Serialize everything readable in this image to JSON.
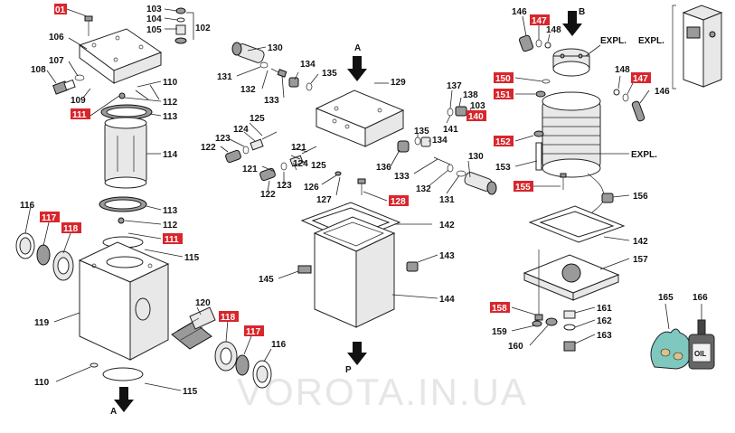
{
  "watermark": "VOROTA.IN.UA",
  "direction_labels": {
    "A1": "A",
    "A2": "A",
    "B": "B",
    "P": "P"
  },
  "expl_labels": {
    "e1": "EXPL.",
    "e2": "EXPL.",
    "e3": "EXPL."
  },
  "callouts": {
    "c101": "01",
    "c102": "102",
    "c103": "103",
    "c104": "104",
    "c105": "105",
    "c106": "106",
    "c107": "107",
    "c108": "108",
    "c109": "109",
    "c110": "110",
    "c111a": "111",
    "c112a": "112",
    "c113a": "113",
    "c114": "114",
    "c113b": "113",
    "c112b": "112",
    "c111b": "111",
    "c115a": "115",
    "c116a": "116",
    "c117a": "117",
    "c118a": "118",
    "c119": "119",
    "c110b": "110",
    "c115b": "115",
    "c120": "120",
    "c118b": "118",
    "c117b": "117",
    "c116b": "116",
    "c130a": "130",
    "c131a": "131",
    "c132a": "132",
    "c133a": "133",
    "c134a": "134",
    "c135a": "135",
    "c129": "129",
    "c125a": "125",
    "c124a": "124",
    "c123a": "123",
    "c122a": "122",
    "c121a": "121",
    "c124b": "124",
    "c121b": "121",
    "c125b": "125",
    "c122b": "122",
    "c123b": "123",
    "c126": "126",
    "c127": "127",
    "c128": "128",
    "c135b": "135",
    "c134b": "134",
    "c136": "136",
    "c133b": "133",
    "c132b": "132",
    "c131b": "131",
    "c130b": "130",
    "c137": "137",
    "c138": "138",
    "c103b": "103",
    "c140": "140",
    "c141": "141",
    "c142a": "142",
    "c143": "143",
    "c144": "144",
    "c145": "145",
    "c146a": "146",
    "c147a": "147",
    "c148a": "148",
    "c150": "150",
    "c151": "151",
    "c152": "152",
    "c153": "153",
    "c155": "155",
    "c148b": "148",
    "c147b": "147",
    "c146b": "146",
    "c156": "156",
    "c142b": "142",
    "c157": "157",
    "c158": "158",
    "c159": "159",
    "c160": "160",
    "c161": "161",
    "c162": "162",
    "c163": "163",
    "c165": "165",
    "c166": "166"
  },
  "oil_can_label": "OIL"
}
